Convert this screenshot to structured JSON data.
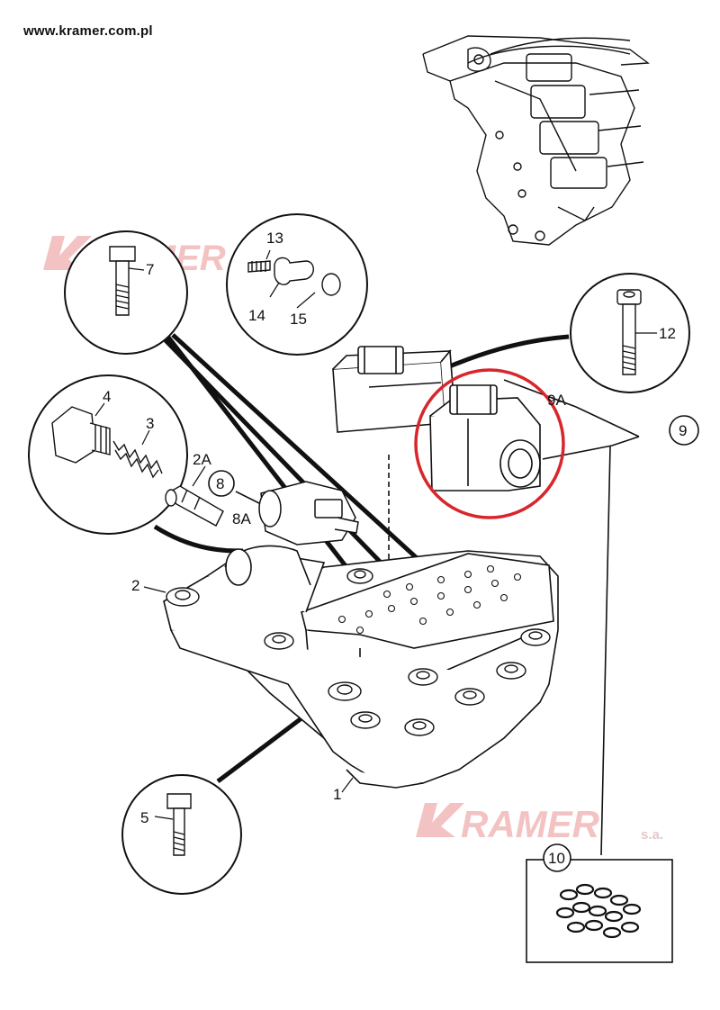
{
  "header": {
    "url": "www.kramer.com.pl"
  },
  "watermark": {
    "brand": "KRAMER",
    "brand_partial": "RAMER",
    "suffix": "s.a.",
    "color": "#f0b4b4"
  },
  "highlight": {
    "color": "#d8262c"
  },
  "labels": {
    "p1": "1",
    "p2": "2",
    "p2a": "2A",
    "p3": "3",
    "p4": "4",
    "p5": "5",
    "p7": "7",
    "p8": "8",
    "p8a": "8A",
    "p9": "9",
    "p9a": "9A",
    "p10": "10",
    "p12": "12",
    "p13": "13",
    "p14": "14",
    "p15": "15"
  }
}
